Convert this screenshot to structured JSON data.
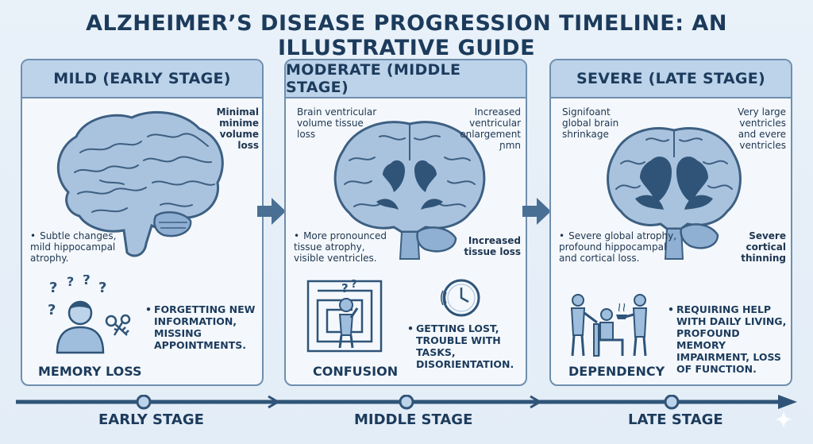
{
  "title": "ALZHEIMER’S DISEASE PROGRESSION TIMELINE: AN ILLUSTRATIVE GUIDE",
  "panels": [
    {
      "header": "MILD (EARLY STAGE)",
      "note_top_left": "",
      "note_top_right": "Minimal minime volume loss",
      "note_mid_left": "Subtle changes, mild hippocampal atrophy.",
      "note_mid_right": "",
      "caption": "MEMORY LOSS",
      "symptom": "FORGETTING NEW INFORMATION, MISSING APPOINTMENTS."
    },
    {
      "header": "MODERATE (MIDDLE STAGE)",
      "note_top_left": "Brain ventricular volume tissue loss",
      "note_top_right": "Increased ventricular enlargement ɲmn",
      "note_mid_left": "More pronounced tissue atrophy, visible ventricles.",
      "note_mid_right": "Increased tissue loss",
      "caption": "CONFUSION",
      "symptom": "GETTING LOST, TROUBLE WITH TASKS, DISORIENTATION."
    },
    {
      "header": "SEVERE (LATE STAGE)",
      "note_top_left": "Signifoant global brain shrinkage",
      "note_top_right": "Very large ventricles and evere ventricles",
      "note_mid_left": "Severe global atrophy, profound hippocampal and cortical loss.",
      "note_mid_right": "Severe cortical thinning",
      "caption": "DEPENDENCY",
      "symptom": "REQUIRING HELP WITH DAILY LIVING, PROFOUND MEMORY IMPAIRMENT, LOSS OF FUNCTION."
    }
  ],
  "timeline": {
    "stages": [
      "EARLY STAGE",
      "MIDDLE STAGE",
      "LATE STAGE"
    ]
  },
  "icons": [
    "brain-icon",
    "confused-person-icon",
    "keys-icon",
    "maze-person-icon",
    "clock-icon",
    "caregiver-icon",
    "arrow-right-icon",
    "sparkle-icon"
  ],
  "colors": {
    "header_bg": "#bcd3ea",
    "panel_border": "#6f8fae",
    "brain_fill": "#a9c3df",
    "brain_outline": "#3d5f82",
    "text": "#1c3b5c",
    "arrow": "#4a6f94"
  }
}
